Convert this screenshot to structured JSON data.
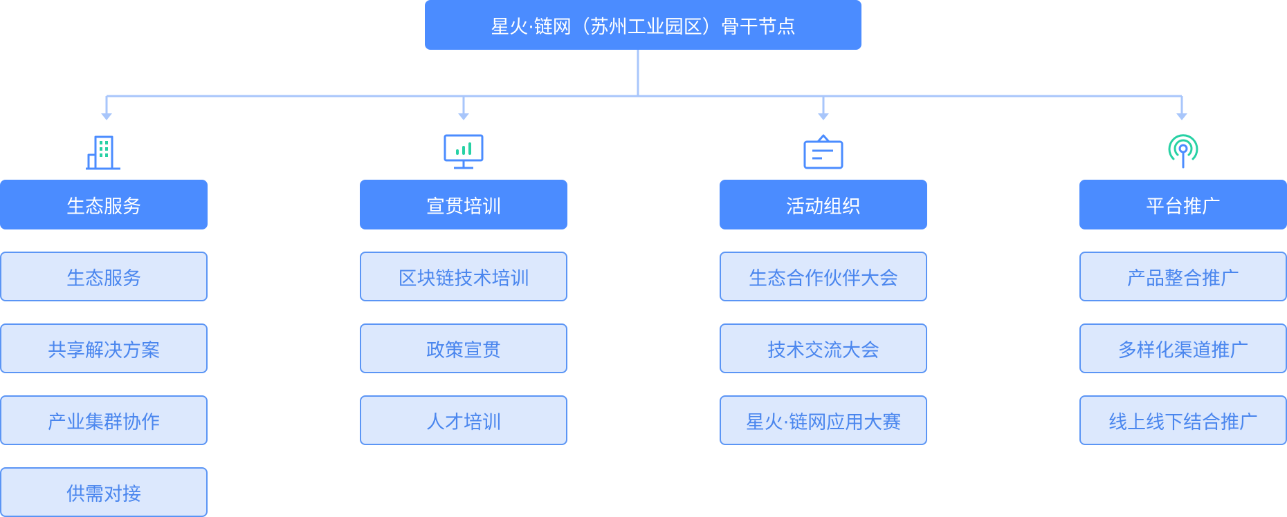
{
  "root": {
    "label": "星火·链网（苏州工业园区）骨干节点"
  },
  "colors": {
    "primary": "#4b8cff",
    "item_bg": "#dce8fd",
    "item_border": "#5b95f5",
    "item_text": "#4a86ee",
    "connector": "#a8c6fb",
    "icon_accent": "#27d1a4"
  },
  "categories": [
    {
      "icon": "building-icon",
      "label": "生态服务",
      "items": [
        "生态服务",
        "共享解决方案",
        "产业集群协作",
        "供需对接"
      ]
    },
    {
      "icon": "monitor-chart-icon",
      "label": "宣贯培训",
      "items": [
        "区块链技术培训",
        "政策宣贯",
        "人才培训"
      ]
    },
    {
      "icon": "signboard-icon",
      "label": "活动组织",
      "items": [
        "生态合作伙伴大会",
        "技术交流大会",
        "星火·链网应用大赛"
      ]
    },
    {
      "icon": "signal-tower-icon",
      "label": "平台推广",
      "items": [
        "产品整合推广",
        "多样化渠道推广",
        "线上线下结合推广"
      ]
    }
  ]
}
